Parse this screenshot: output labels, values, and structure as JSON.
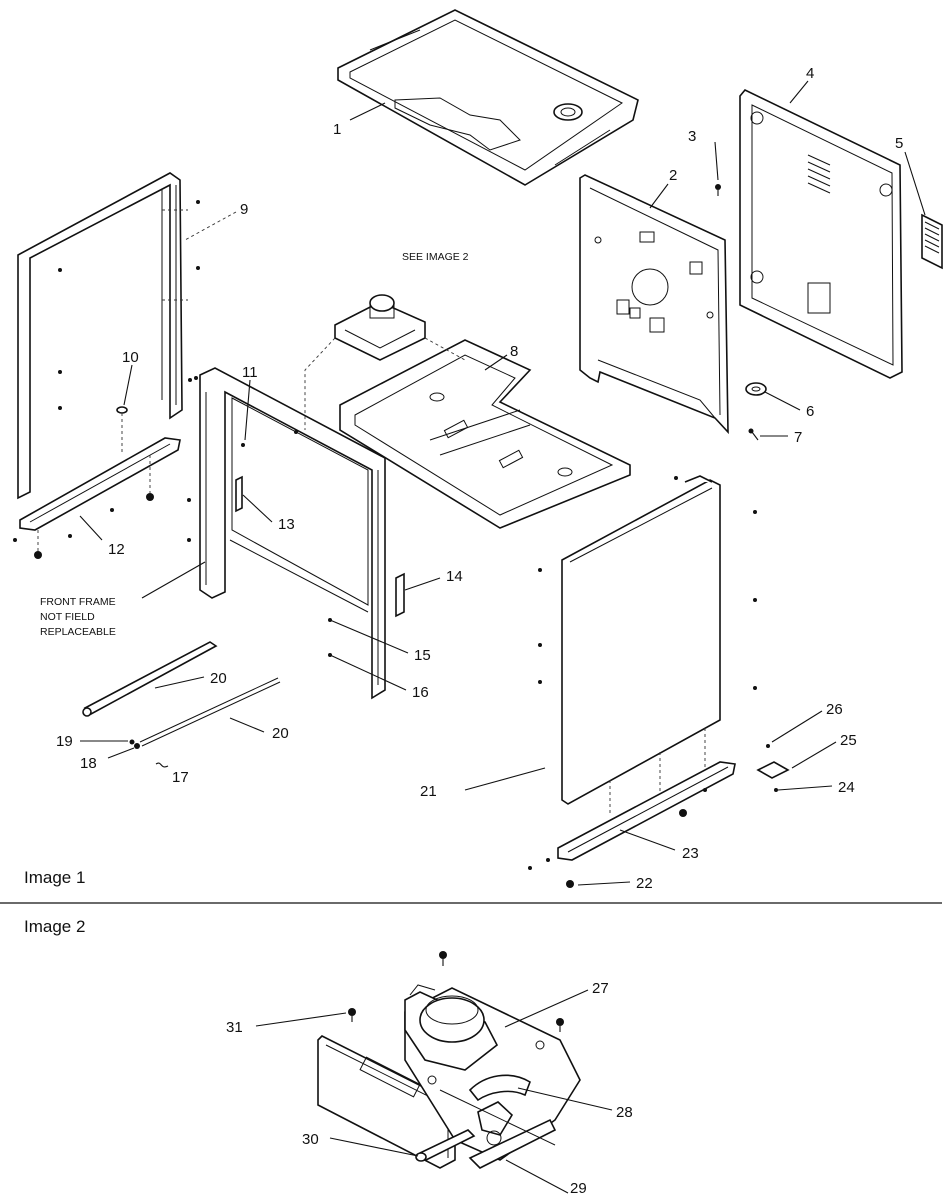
{
  "sections": {
    "image1": "Image 1",
    "image2": "Image 2"
  },
  "notes": {
    "see_image": "SEE IMAGE 2",
    "front_frame_1": "FRONT FRAME",
    "front_frame_2": "NOT FIELD",
    "front_frame_3": "REPLACEABLE"
  },
  "callouts": {
    "c1": "1",
    "c2": "2",
    "c3": "3",
    "c4": "4",
    "c5": "5",
    "c6": "6",
    "c7": "7",
    "c8": "8",
    "c9": "9",
    "c10": "10",
    "c11": "11",
    "c12": "12",
    "c13": "13",
    "c14": "14",
    "c15": "15",
    "c16": "16",
    "c17": "17",
    "c18": "18",
    "c19": "19",
    "c20a": "20",
    "c20b": "20",
    "c21": "21",
    "c22": "22",
    "c23": "23",
    "c24": "24",
    "c25": "25",
    "c26": "26",
    "c27": "27",
    "c28": "28",
    "c29": "29",
    "c30": "30",
    "c31": "31"
  }
}
